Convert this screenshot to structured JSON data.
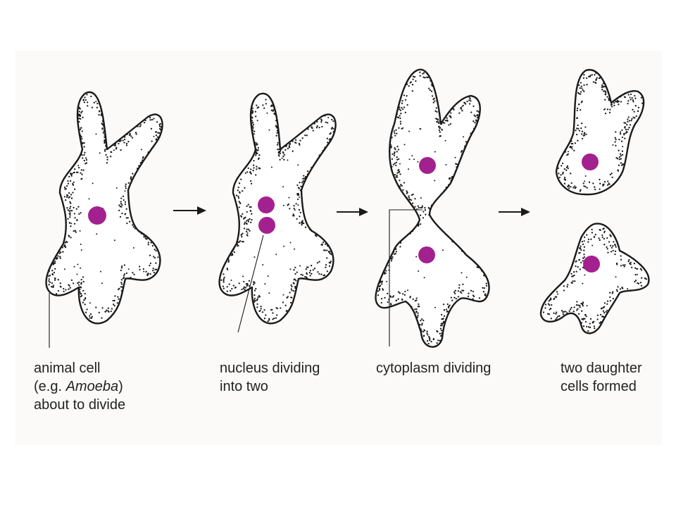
{
  "colors": {
    "nucleus": "#a3218f",
    "outline": "#1a1a1a"
  },
  "stages": [
    {
      "id": "parent",
      "label": {
        "lines": [
          "animal cell",
          "about to divide"
        ],
        "prefix": "(e.g. ",
        "italic": "Amoeba",
        "suffix": ")"
      }
    },
    {
      "id": "nucleus-dividing",
      "label": {
        "lines": [
          "nucleus dividing",
          "into two"
        ]
      }
    },
    {
      "id": "cytoplasm-dividing",
      "label": {
        "lines": [
          "cytoplasm dividing"
        ]
      }
    },
    {
      "id": "daughters",
      "label": {
        "lines": [
          "two daughter",
          "cells formed"
        ]
      }
    }
  ],
  "arrows": [
    {
      "name": "arrow-stage-1-to-2",
      "icon": "right-arrow-icon"
    },
    {
      "name": "arrow-stage-2-to-3",
      "icon": "right-arrow-icon"
    },
    {
      "name": "arrow-stage-3-to-4",
      "icon": "right-arrow-icon"
    }
  ]
}
